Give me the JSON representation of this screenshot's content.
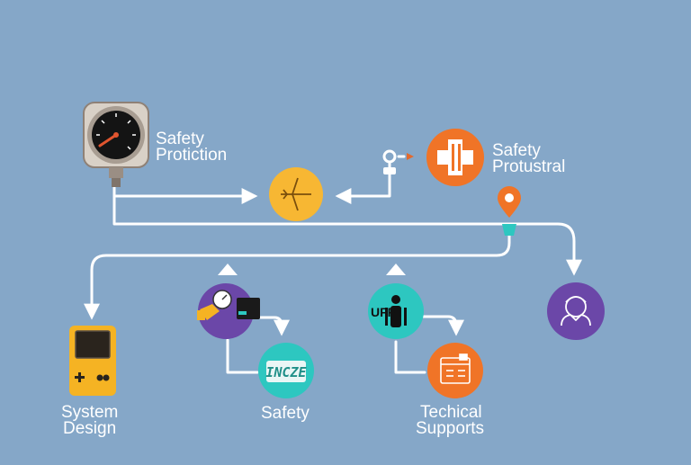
{
  "labels": {
    "gauge": [
      "Safety",
      "Protiction"
    ],
    "first_aid": [
      "Safety",
      "Protustral"
    ],
    "system_design": [
      "System",
      "Design"
    ],
    "safety": "Safety",
    "technical_supports": [
      "Techical",
      "Supports"
    ]
  },
  "badges": {
    "touch_screen": "INCZE",
    "team": "UFF l"
  },
  "colors": {
    "background": "#85a7c8",
    "connector": "#ffffff",
    "yellow": "#f7b733",
    "orange": "#f07427",
    "purple": "#6b47a8",
    "teal": "#2dc7c0",
    "device": "#f5b323"
  },
  "icons": [
    "pressure-gauge-icon",
    "plane-icon",
    "key-lock-icon",
    "first-aid-cross-icon",
    "location-pin-icon",
    "handheld-device-icon",
    "meter-hand-icon",
    "touch-screen-icon",
    "team-people-icon",
    "panel-icon",
    "person-support-icon"
  ]
}
